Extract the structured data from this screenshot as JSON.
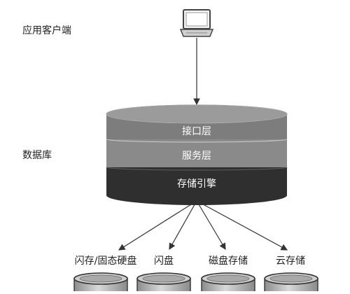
{
  "client": {
    "label": "应用客户端",
    "icon": "computer-icon"
  },
  "database": {
    "label": "数据库",
    "layers": [
      {
        "label": "接口层",
        "color": "#7d7d7d"
      },
      {
        "label": "服务层",
        "color": "#8a8a8a"
      },
      {
        "label": "存储引擎",
        "color": "#2f2f2f"
      }
    ]
  },
  "storage": [
    {
      "label": "闪存/固态硬盘"
    },
    {
      "label": "闪盘"
    },
    {
      "label": "磁盘存储"
    },
    {
      "label": "云存储"
    }
  ],
  "colors": {
    "text_light": "#ffffff",
    "text_dark": "#222222",
    "arrow": "#333333"
  }
}
